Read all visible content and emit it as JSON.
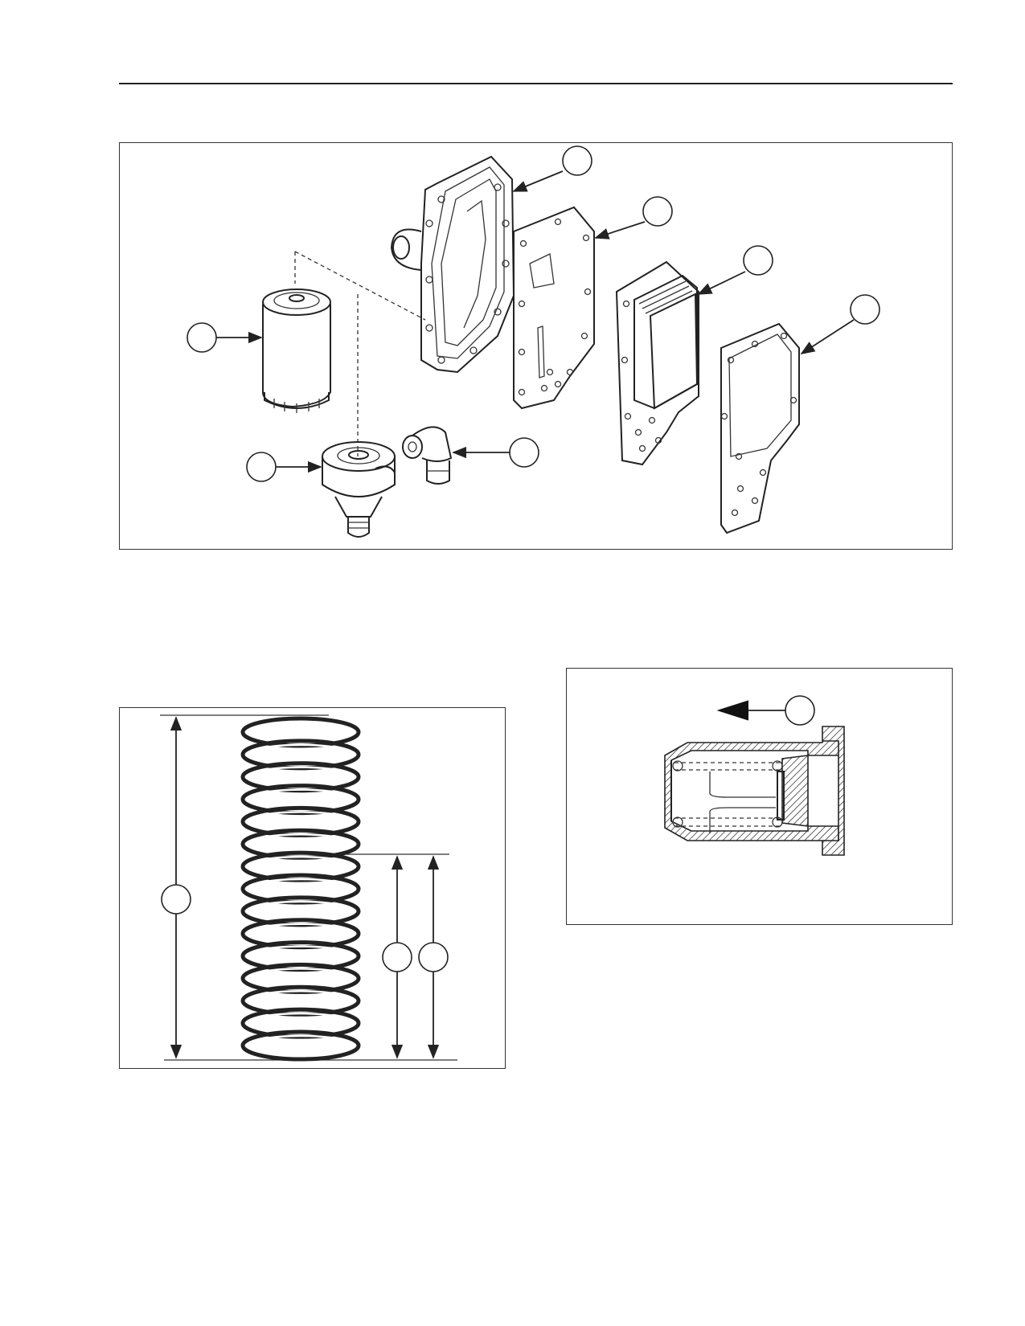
{
  "page": {
    "header_rule": true
  },
  "figures": [
    {
      "id": "oil-cooler-filter-assembly",
      "callout_count": 7
    },
    {
      "id": "spring-free-length",
      "callout_count": 3
    },
    {
      "id": "bypass-valve-section",
      "callout_count": 1
    }
  ]
}
